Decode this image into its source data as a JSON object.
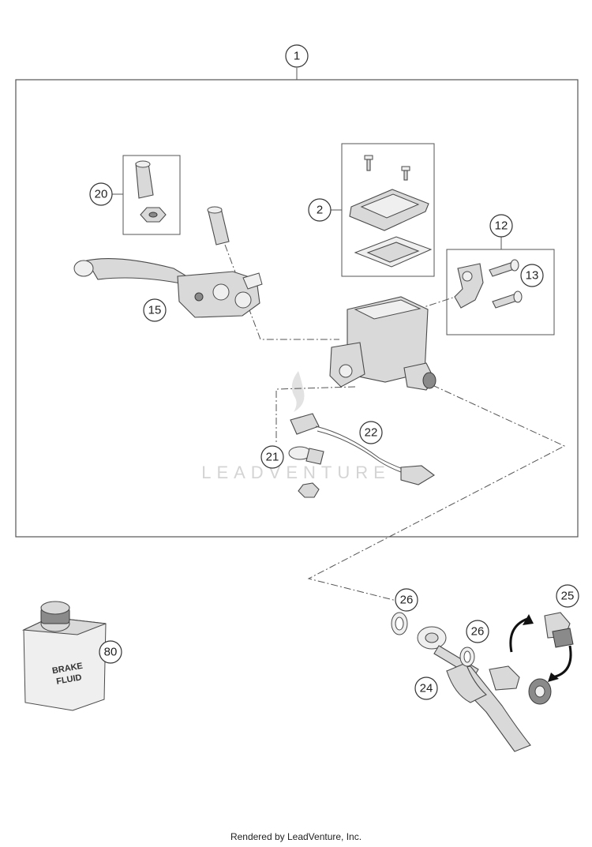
{
  "callouts": [
    {
      "id": "c1",
      "label": "1"
    },
    {
      "id": "c2",
      "label": "2"
    },
    {
      "id": "c12",
      "label": "12"
    },
    {
      "id": "c13",
      "label": "13"
    },
    {
      "id": "c15",
      "label": "15"
    },
    {
      "id": "c20",
      "label": "20"
    },
    {
      "id": "c21",
      "label": "21"
    },
    {
      "id": "c22",
      "label": "22"
    },
    {
      "id": "c24",
      "label": "24"
    },
    {
      "id": "c25",
      "label": "25"
    },
    {
      "id": "c26a",
      "label": "26"
    },
    {
      "id": "c26b",
      "label": "26"
    },
    {
      "id": "c80",
      "label": "80"
    }
  ],
  "watermark": "LEADVENTURE",
  "brake_fluid_label": {
    "line1": "BRAKE",
    "line2": "FLUID"
  },
  "footer": "Rendered by LeadVenture, Inc."
}
